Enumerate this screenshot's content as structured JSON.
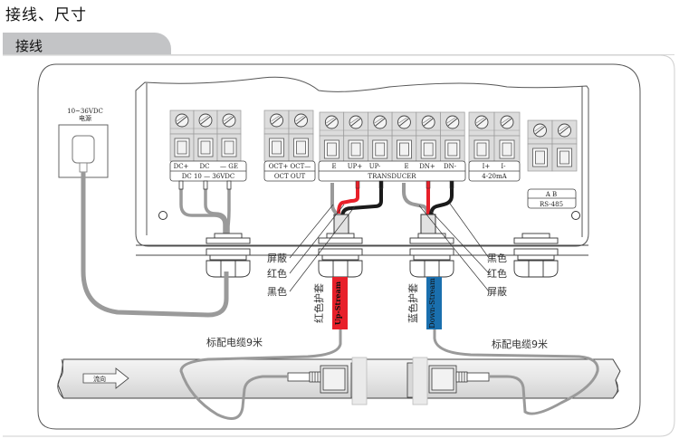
{
  "page": {
    "title": "接线、尺寸",
    "section_tab": "接线"
  },
  "power_supply": {
    "voltage_label": "10~36VDC",
    "name_label": "电源"
  },
  "terminals": {
    "power": {
      "top_labels": [
        "DC+",
        "DC",
        "— GE"
      ],
      "bottom_label": "DC  10 — 36VDC"
    },
    "oct": {
      "top_label": "OCT+ OCT—",
      "bottom_label": "OCT  OUT"
    },
    "transducer": {
      "top_labels": [
        "E",
        "UP+",
        "UP-",
        "E",
        "DN+",
        "DN-"
      ],
      "bottom_label": "TRANSDUCER"
    },
    "current": {
      "top_labels": [
        "I+",
        "I-"
      ],
      "bottom_label": "4-20mA"
    },
    "rs485": {
      "top_label": "A    B",
      "bottom_label": "RS-485"
    }
  },
  "callouts": {
    "left": [
      "屏蔽",
      "红色",
      "黑色"
    ],
    "right": [
      "黑色",
      "红色",
      "屏蔽"
    ]
  },
  "sleeves": {
    "upstream": {
      "cn": "红色护套",
      "en": "Up-Stream",
      "color": "#e8202a"
    },
    "downstream": {
      "cn": "蓝色护套",
      "en": "Down-Stream",
      "color": "#1a6fae"
    }
  },
  "cable_labels": {
    "left": "标配电缆9米",
    "right": "标配电缆9米"
  },
  "pipe": {
    "flow_label": "流向"
  },
  "colors": {
    "wire_gray": "#9a9a9a",
    "wire_red": "#e8202a",
    "wire_black": "#1a1a1a",
    "terminal_fill": "#dcdcdc",
    "tab_gray": "#c3c4c6"
  }
}
